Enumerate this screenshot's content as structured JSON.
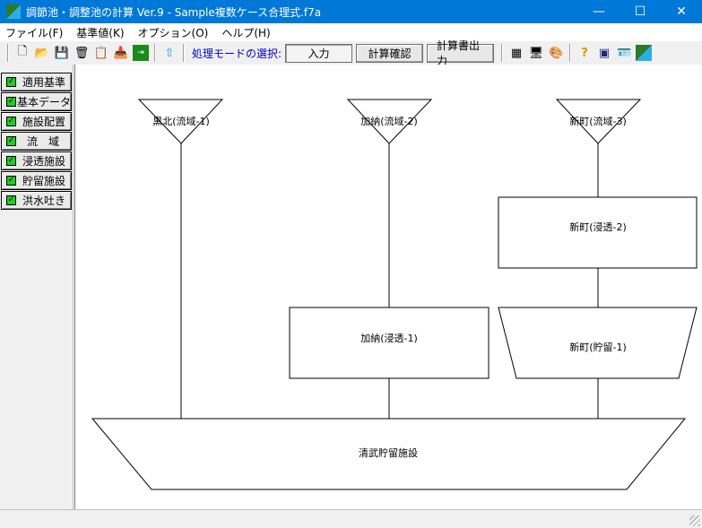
{
  "window": {
    "title": "調節池・調整池の計算 Ver.9 - Sample複数ケース合理式.f7a",
    "minimize": "—",
    "maximize": "☐",
    "close": "✕"
  },
  "menu": [
    "ファイル(F)",
    "基準値(K)",
    "オプション(O)",
    "ヘルプ(H)"
  ],
  "toolbar": {
    "mode_label": "処理モードの選択:",
    "modes": [
      "入力",
      "計算確認",
      "計算書出力"
    ],
    "active_mode": "入力"
  },
  "sidebar": [
    "適用基準",
    "基本データ",
    "施設配置",
    "流　域",
    "浸透施設",
    "貯留施設",
    "洪水吐き"
  ],
  "diagram": {
    "catchments": [
      "黒北(流域-1)",
      "加納(流域-2)",
      "新町(流域-3)"
    ],
    "infiltration": [
      "加納(浸透-1)",
      "新町(浸透-2)"
    ],
    "storage": [
      "新町(貯留-1)"
    ],
    "main_facility": "清武貯留施設"
  }
}
